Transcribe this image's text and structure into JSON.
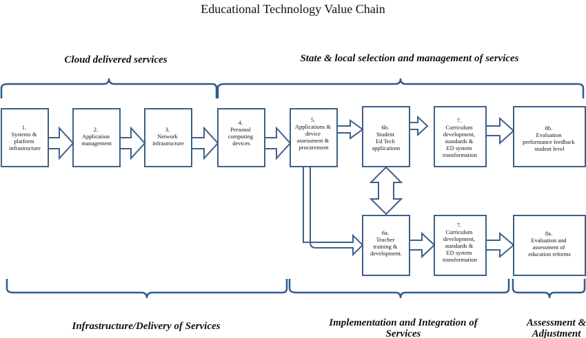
{
  "title": "Educational Technology Value Chain",
  "sections": {
    "top_left": "Cloud delivered services",
    "top_right": "State & local selection and management of services",
    "bottom_left": "Infrastructure/Delivery of Services",
    "bottom_mid_line1": "Implementation and Integration of",
    "bottom_mid_line2": "Services",
    "bottom_right_line1": "Assessment &",
    "bottom_right_line2": "Adjustment"
  },
  "boxes": {
    "b1": [
      "1.",
      "Systems &",
      "platform",
      "infrastructure"
    ],
    "b2": [
      "2.",
      "Application",
      "management"
    ],
    "b3": [
      "3.",
      "Network",
      "infrastructure"
    ],
    "b4": [
      "4.",
      "Personal",
      "computing",
      "devices"
    ],
    "b5": [
      "5.",
      "Applications &",
      "device",
      "assessment &",
      "procurement"
    ],
    "b6b": [
      "6b.",
      "Student",
      "Ed Tech",
      "applications"
    ],
    "b7top": [
      "7.",
      "Curriculum",
      "development,",
      "standards &",
      "ED system",
      "transformation"
    ],
    "b8b": [
      "8b.",
      "Evaluation",
      "performance feedback",
      "student level"
    ],
    "b6a": [
      "6a.",
      "Teacher",
      "training &",
      "development."
    ],
    "b7bot": [
      "7.",
      "Curriculum",
      "development,",
      "standards &",
      "ED system",
      "transformation"
    ],
    "b8a": [
      "8a.",
      "Evaluation and",
      "assessment of",
      "education reforms"
    ]
  },
  "colors": {
    "border": "#3d5f8a",
    "brace": "#2f5a8e"
  }
}
